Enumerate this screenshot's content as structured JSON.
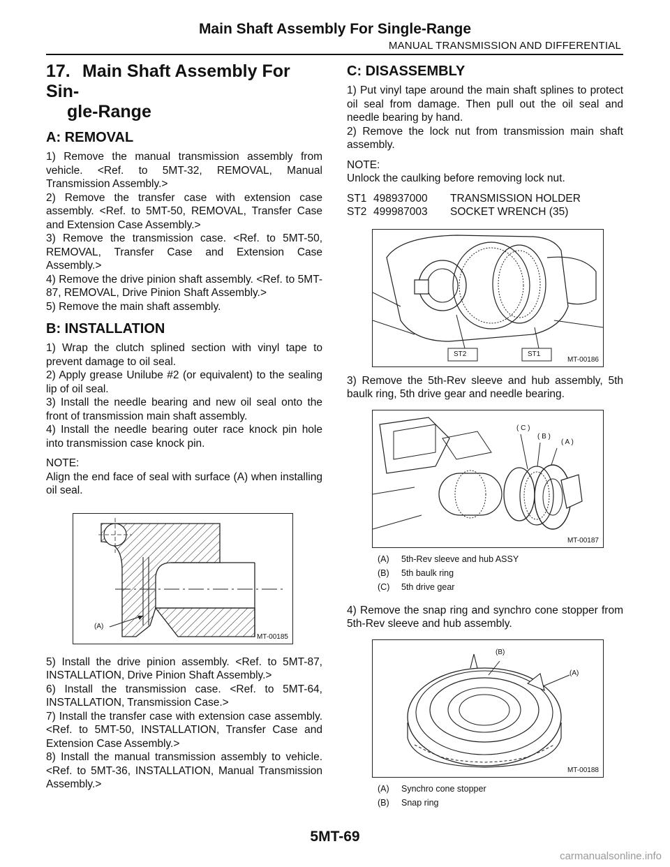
{
  "header": {
    "title": "Main Shaft Assembly For Single-Range",
    "subtitle": "MANUAL TRANSMISSION AND DIFFERENTIAL"
  },
  "section": {
    "number": "17.",
    "title_line1": "Main Shaft Assembly For Sin-",
    "title_line2": "gle-Range"
  },
  "removal": {
    "heading": "A: REMOVAL",
    "steps": [
      "1) Remove the manual transmission assembly from vehicle. <Ref. to 5MT-32, REMOVAL, Manual Transmission Assembly.>",
      "2) Remove the transfer case with extension case assembly. <Ref. to 5MT-50, REMOVAL, Transfer Case and Extension Case Assembly.>",
      "3) Remove the transmission case. <Ref. to 5MT-50, REMOVAL, Transfer Case and Extension Case Assembly.>",
      "4) Remove the drive pinion shaft assembly. <Ref. to 5MT-87, REMOVAL, Drive Pinion Shaft Assembly.>",
      "5) Remove the main shaft assembly."
    ]
  },
  "installation": {
    "heading": "B: INSTALLATION",
    "steps": [
      "1) Wrap the clutch splined section with vinyl tape to prevent damage to oil seal.",
      "2) Apply grease Unilube #2 (or equivalent) to the sealing lip of oil seal.",
      "3) Install the needle bearing and new oil seal onto the front of transmission main shaft assembly.",
      "4) Install the needle bearing outer race knock pin hole into transmission case knock pin."
    ],
    "note_label": "NOTE:",
    "note_text": "Align the end face of seal with surface (A) when installing oil seal.",
    "figure": {
      "id": "MT-00185",
      "label_a": "(A)"
    },
    "steps2": [
      "5) Install the drive pinion assembly. <Ref. to 5MT-87, INSTALLATION, Drive Pinion Shaft Assembly.>",
      "6) Install the transmission case. <Ref. to 5MT-64, INSTALLATION, Transmission Case.>",
      "7) Install the transfer case with extension case assembly. <Ref. to 5MT-50, INSTALLATION, Transfer Case and Extension Case Assembly.>",
      "8) Install the manual transmission assembly to vehicle. <Ref. to 5MT-36, INSTALLATION, Manual Transmission Assembly.>"
    ]
  },
  "disassembly": {
    "heading": "C: DISASSEMBLY",
    "steps": [
      "1) Put vinyl tape around the main shaft splines to protect oil seal from damage. Then pull out the oil seal and needle bearing by hand.",
      "2) Remove the lock nut from transmission main shaft assembly."
    ],
    "note_label": "NOTE:",
    "note_text": "Unlock the caulking before removing lock nut.",
    "tools": [
      {
        "code": "ST1",
        "part": "498937000",
        "name": "TRANSMISSION HOLDER"
      },
      {
        "code": "ST2",
        "part": "499987003",
        "name": "SOCKET WRENCH (35)"
      }
    ],
    "fig186": {
      "id": "MT-00186",
      "st1": "ST1",
      "st2": "ST2"
    },
    "step3": "3) Remove the 5th-Rev sleeve and hub assembly, 5th baulk ring, 5th drive gear and needle bearing.",
    "fig187": {
      "id": "MT-00187",
      "la": "( A )",
      "lb": "( B )",
      "lc": "( C )"
    },
    "legend187": [
      {
        "key": "(A)",
        "text": "5th-Rev sleeve and hub ASSY"
      },
      {
        "key": "(B)",
        "text": "5th baulk ring"
      },
      {
        "key": "(C)",
        "text": "5th drive gear"
      }
    ],
    "step4": "4) Remove the snap ring and synchro cone stopper from 5th-Rev sleeve and hub assembly.",
    "fig188": {
      "id": "MT-00188",
      "la": "(A)",
      "lb": "(B)"
    },
    "legend188": [
      {
        "key": "(A)",
        "text": "Synchro cone stopper"
      },
      {
        "key": "(B)",
        "text": "Snap ring"
      }
    ]
  },
  "footer": {
    "page": "5MT-69"
  },
  "watermark": "carmanualsonline.info"
}
